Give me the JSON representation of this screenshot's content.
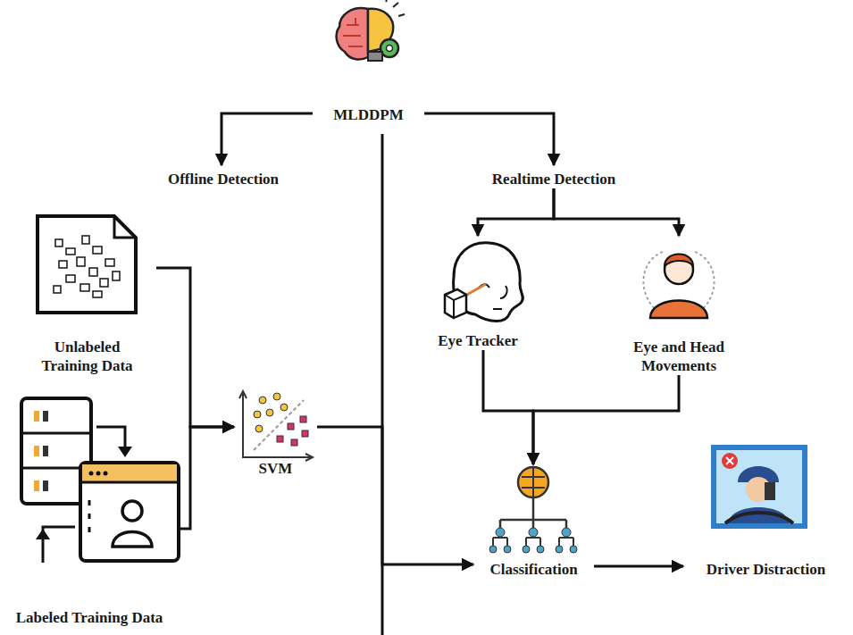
{
  "diagram": {
    "nodes": [
      {
        "text": [
          "MLDDPM"
        ]
      },
      {
        "text": [
          "Offline Detection"
        ]
      },
      {
        "text": [
          "Realtime Detection"
        ]
      },
      {
        "text": [
          "Unlabeled Training Data"
        ]
      },
      {
        "text": [
          "Labeled Training Data"
        ]
      },
      {
        "text": [
          "SVM"
        ]
      },
      {
        "text": [
          "Eye Tracker"
        ]
      },
      {
        "text": [
          "Eye and Head Movements"
        ]
      },
      {
        "text": [
          "Classification"
        ]
      },
      {
        "text": [
          "Driver Distraction"
        ]
      }
    ],
    "edges": [
      {
        "from": 0,
        "to": 1,
        "arrow": "to"
      },
      {
        "from": 0,
        "to": 2,
        "arrow": "to"
      },
      {
        "from": 2,
        "to": 6,
        "arrow": "to"
      },
      {
        "from": 2,
        "to": 7,
        "arrow": "to"
      },
      {
        "from": 3,
        "to": 5,
        "arrow": "to"
      },
      {
        "from": 4,
        "to": 5,
        "arrow": "to"
      },
      {
        "from": 5,
        "to": 8,
        "arrow": "to"
      },
      {
        "from": 6,
        "to": 8,
        "arrow": "to"
      },
      {
        "from": 7,
        "to": 8,
        "arrow": "to"
      },
      {
        "from": 8,
        "to": 9,
        "arrow": "to"
      }
    ]
  }
}
